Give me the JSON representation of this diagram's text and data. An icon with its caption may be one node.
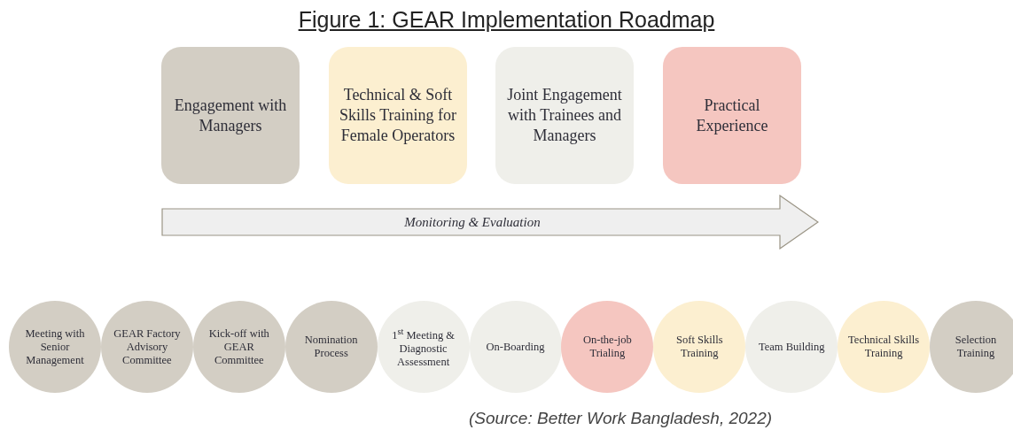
{
  "diagram": {
    "title": "Figure 1: GEAR Implementation Roadmap",
    "caption": "(Source: Better Work Bangladesh, 2022)",
    "nodes": [
      {
        "text": [
          "Engagement with Managers"
        ]
      },
      {
        "text": [
          "Technical & Soft Skills Training for Female Operators"
        ]
      },
      {
        "text": [
          "Joint Engagement with Trainees and Managers"
        ]
      },
      {
        "text": [
          "Practical Experience"
        ]
      },
      {
        "text": [
          "Monitoring & Evaluation"
        ]
      },
      {
        "text": [
          "Meeting with Senior Management"
        ]
      },
      {
        "text": [
          "GEAR Factory Advisory Committee"
        ]
      },
      {
        "text": [
          "Kick-off with GEAR Committee"
        ]
      },
      {
        "text": [
          "Nomination Process"
        ]
      },
      {
        "text": [
          "1$^{st}$ Meeting & Diagnostic Assessment"
        ]
      },
      {
        "text": [
          "On-Boarding"
        ]
      },
      {
        "text": [
          "On-the-job Trialing"
        ]
      },
      {
        "text": [
          "Soft Skills Training"
        ]
      },
      {
        "text": [
          "Team Building"
        ]
      },
      {
        "text": [
          "Technical Skills Training"
        ]
      },
      {
        "text": [
          "Selection Training"
        ]
      }
    ],
    "edges": []
  }
}
